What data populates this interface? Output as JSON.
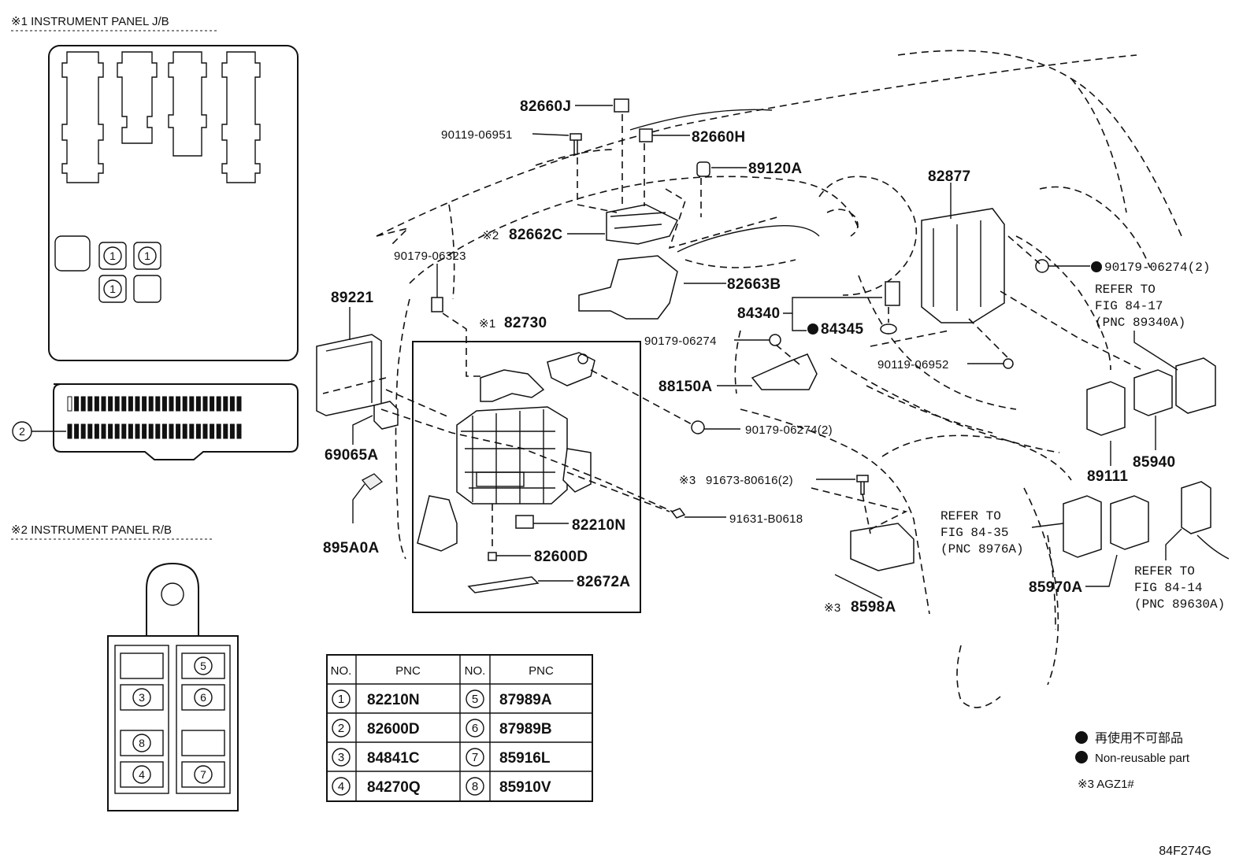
{
  "headers": {
    "jb": "※1 INSTRUMENT PANEL J/B",
    "rb": "※2 INSTRUMENT PANEL R/B"
  },
  "callouts": {
    "c1": "1",
    "c2": "2",
    "c3": "3",
    "c4": "4",
    "c5": "5",
    "c6": "6",
    "c7": "7",
    "c8": "8"
  },
  "labels": {
    "p82660J": "82660J",
    "p82660H": "82660H",
    "p90119_06951": "90119-06951",
    "p89120A": "89120A",
    "p82662C_mark": "※2",
    "p82662C": "82662C",
    "p82877": "82877",
    "p90179_06323": "90179-06323",
    "p82663B": "82663B",
    "p90179_06274_2a": "90179-06274(2)",
    "p89221": "89221",
    "p82730_mark": "※1",
    "p82730": "82730",
    "p84340": "84340",
    "p84345": "84345",
    "p90179_06274": "90179-06274",
    "p90119_06952": "90119-06952",
    "p88150A": "88150A",
    "p90179_06274_2b": "90179-06274(2)",
    "p69065A": "69065A",
    "p91673_mark": "※3",
    "p91673_80616": "91673-80616(2)",
    "p91631_B0618": "91631-B0618",
    "p82210N": "82210N",
    "p895A0A": "895A0A",
    "p82600D": "82600D",
    "p82672A": "82672A",
    "p8598A_mark": "※3",
    "p8598A": "8598A",
    "p89111": "89111",
    "p85940": "85940",
    "p85970A": "85970A"
  },
  "refers": {
    "r1": [
      "REFER TO",
      "FIG 84-17",
      "(PNC 89340A)"
    ],
    "r2": [
      "REFER TO",
      "FIG 84-35",
      "(PNC 8976A)"
    ],
    "r3": [
      "REFER TO",
      "FIG 84-14",
      "(PNC 89630A)"
    ]
  },
  "table": {
    "col_no": "NO.",
    "col_pnc": "PNC",
    "rows": [
      {
        "a_no": "1",
        "a_pnc": "82210N",
        "b_no": "5",
        "b_pnc": "87989A"
      },
      {
        "a_no": "2",
        "a_pnc": "82600D",
        "b_no": "6",
        "b_pnc": "87989B"
      },
      {
        "a_no": "3",
        "a_pnc": "84841C",
        "b_no": "7",
        "b_pnc": "85916L"
      },
      {
        "a_no": "4",
        "a_pnc": "84270Q",
        "b_no": "8",
        "b_pnc": "85910V"
      }
    ]
  },
  "legend": {
    "jp": "再使用不可部品",
    "en": "Non-reusable part",
    "note": "※3 AGZ1#"
  },
  "figure_id": "84F274G"
}
